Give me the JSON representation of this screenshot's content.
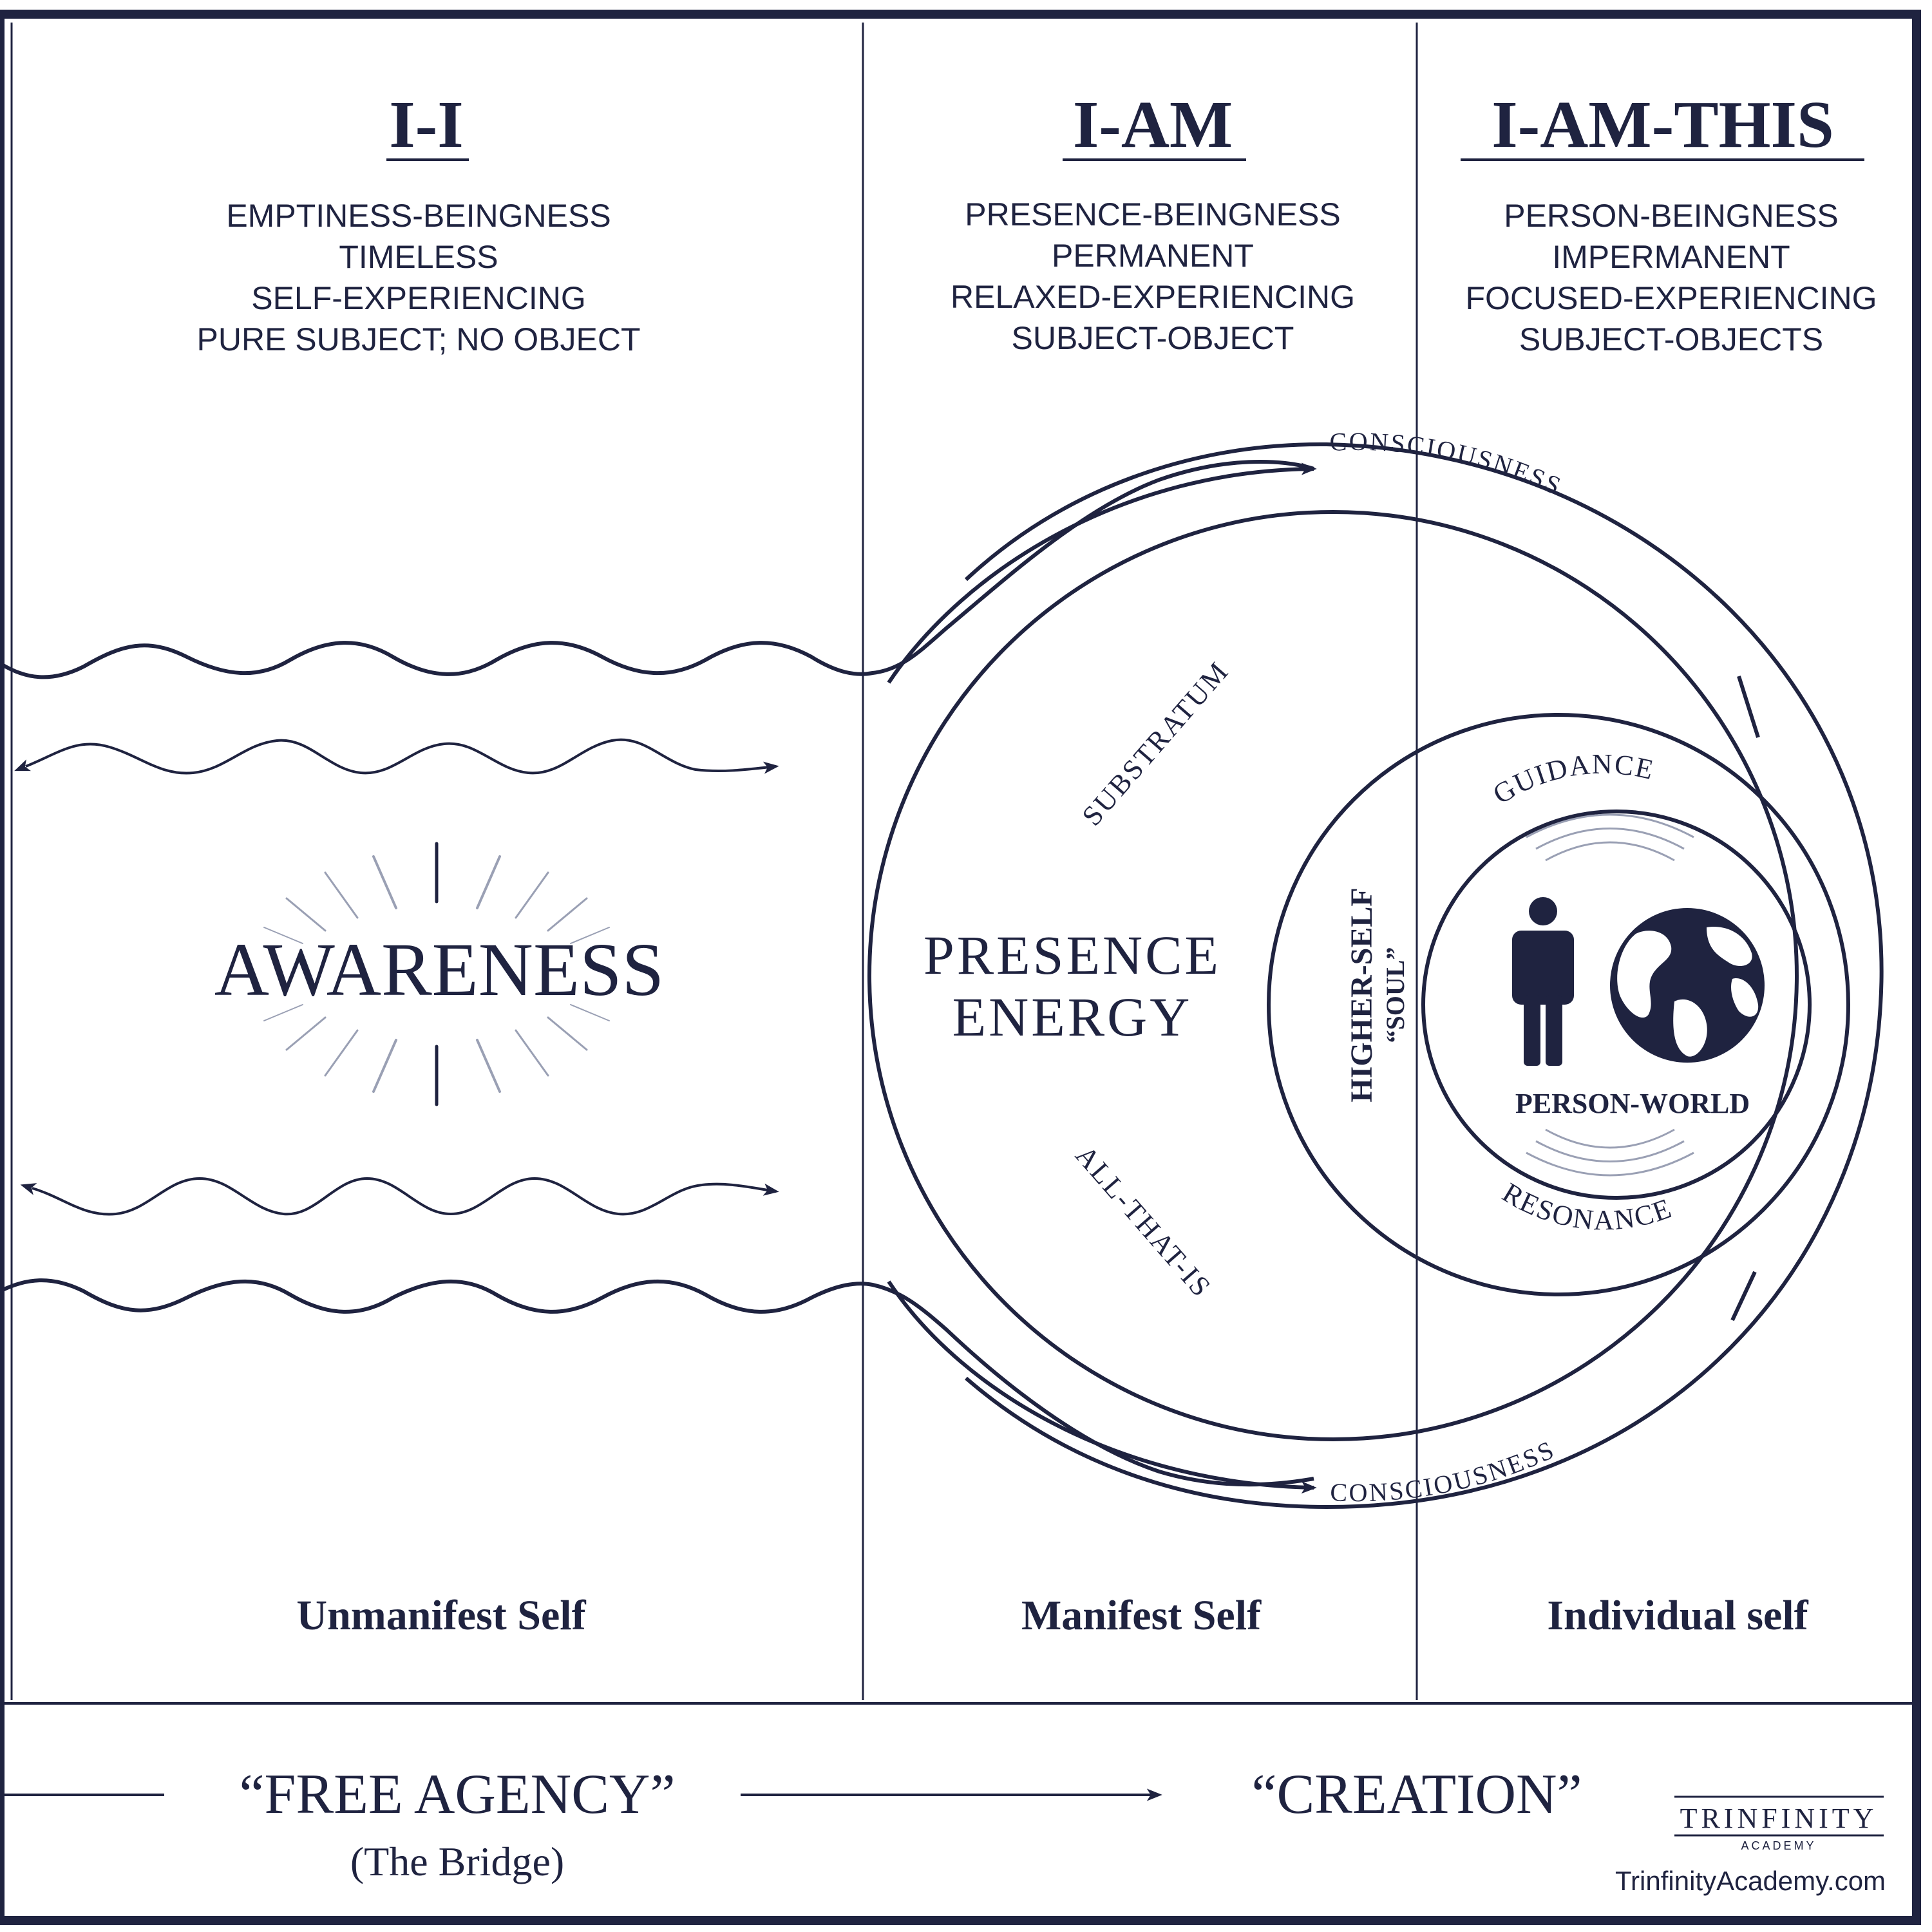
{
  "colors": {
    "ink": "#1f2340",
    "frame": "#1f2340",
    "ray": "#9aa0b4",
    "background": "#ffffff"
  },
  "columns": [
    {
      "heading": "I-I",
      "lines": [
        "EMPTINESS-BEINGNESS",
        "TIMELESS",
        "SELF-EXPERIENCING",
        "PURE SUBJECT; NO OBJECT"
      ],
      "footer": "Unmanifest Self"
    },
    {
      "heading": "I-AM",
      "lines": [
        "PRESENCE-BEINGNESS",
        "PERMANENT",
        "RELAXED-EXPERIENCING",
        "SUBJECT-OBJECT"
      ],
      "footer": "Manifest Self"
    },
    {
      "heading": "I-AM-THIS",
      "lines": [
        "PERSON-BEINGNESS",
        "IMPERMANENT",
        "FOCUSED-EXPERIENCING",
        "SUBJECT-OBJECTS"
      ],
      "footer": "Individual self"
    }
  ],
  "awareness": {
    "label": "AWARENESS"
  },
  "presence": {
    "line1": "PRESENCE",
    "line2": "ENERGY"
  },
  "outer_circle": {
    "upper_label": "SUBSTRATUM",
    "lower_label": "ALL-THAT-IS"
  },
  "consciousness": {
    "top": "CONSCIOUSNESS",
    "bottom": "CONSCIOUSNESS"
  },
  "higher_self": {
    "line1": "HIGHER-SELF",
    "line2": "“SOUL”"
  },
  "inner_circle": {
    "top": "GUIDANCE",
    "center": "PERSON-WORLD",
    "bottom": "RESONANCE"
  },
  "icons": {
    "person": "person-icon",
    "globe": "globe-icon",
    "rays": "radiant-burst-icon"
  },
  "bottom_bar": {
    "free_agency": "“FREE AGENCY”",
    "bridge": "(The Bridge)",
    "creation": "“CREATION”"
  },
  "logo": {
    "name": "TRINFINITY",
    "sub": "ACADEMY",
    "url": "TrinfinityAcademy.com"
  }
}
